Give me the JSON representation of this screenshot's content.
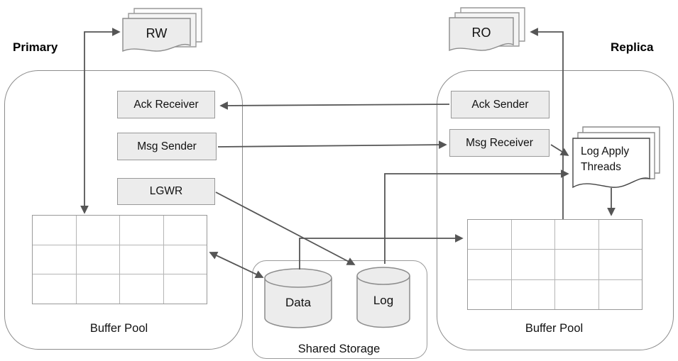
{
  "nodes": {
    "primary": {
      "label": "Primary",
      "client": "RW",
      "components": [
        {
          "id": "ack_receiver",
          "label": "Ack Receiver"
        },
        {
          "id": "msg_sender",
          "label": "Msg Sender"
        },
        {
          "id": "lgwr",
          "label": "LGWR"
        }
      ],
      "buffer_pool_label": "Buffer Pool"
    },
    "replica": {
      "label": "Replica",
      "client": "RO",
      "components": [
        {
          "id": "ack_sender",
          "label": "Ack Sender"
        },
        {
          "id": "msg_receiver",
          "label": "Msg Receiver"
        }
      ],
      "log_apply": "Log Apply Threads",
      "buffer_pool_label": "Buffer Pool"
    },
    "shared_storage": {
      "label": "Shared Storage",
      "disks": [
        {
          "id": "data",
          "label": "Data"
        },
        {
          "id": "log",
          "label": "Log"
        }
      ]
    }
  },
  "buffer_pool_grid": {
    "rows": 3,
    "cols": 4
  },
  "edges": [
    {
      "from": "RW",
      "to": "Primary Buffer Pool",
      "bidirectional": true
    },
    {
      "from": "Ack Sender",
      "to": "Ack Receiver",
      "bidirectional": false
    },
    {
      "from": "Msg Sender",
      "to": "Msg Receiver",
      "bidirectional": false
    },
    {
      "from": "LGWR",
      "to": "Log",
      "bidirectional": false
    },
    {
      "from": "Primary Buffer Pool",
      "to": "Data",
      "bidirectional": true
    },
    {
      "from": "Data",
      "to": "Replica Buffer Pool",
      "bidirectional": false
    },
    {
      "from": "Log",
      "to": "Log Apply Threads",
      "bidirectional": false
    },
    {
      "from": "Msg Receiver",
      "to": "Log Apply Threads",
      "bidirectional": false
    },
    {
      "from": "Log Apply Threads",
      "to": "Replica Buffer Pool",
      "bidirectional": false
    },
    {
      "from": "Replica Buffer Pool",
      "to": "RO",
      "bidirectional": false
    }
  ],
  "colors": {
    "box_fill": "#ececec",
    "box_border": "#999999",
    "container_border": "#8c8c8c",
    "arrow": "#555555",
    "grid_line": "#b5b5b5",
    "text": "#111111",
    "background": "#ffffff"
  }
}
